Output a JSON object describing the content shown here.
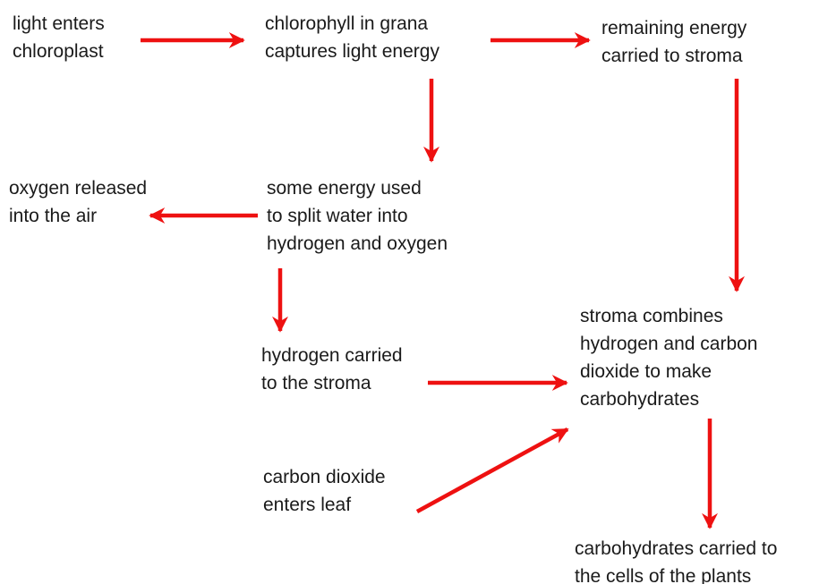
{
  "colors": {
    "arrow": "#ee1111",
    "text": "#1a1a1a",
    "background": "#ffffff"
  },
  "nodes": {
    "light_enters": [
      "light enters",
      "chloroplast"
    ],
    "chlorophyll": [
      "chlorophyll in grana",
      "captures light energy"
    ],
    "remaining_energy": [
      "remaining energy",
      "carried to stroma"
    ],
    "oxygen_released": [
      "oxygen released",
      "into the air"
    ],
    "split_water": [
      "some energy used",
      "to split water into",
      "hydrogen and oxygen"
    ],
    "hydrogen_carried": [
      "hydrogen carried",
      "to the stroma"
    ],
    "stroma_combines": [
      "stroma combines",
      "hydrogen and carbon",
      "dioxide to make",
      "carbohydrates"
    ],
    "carbon_dioxide": [
      "carbon dioxide",
      "enters leaf"
    ],
    "carbohydrates_carried": [
      "carbohydrates carried to",
      "the cells of the plants"
    ]
  }
}
